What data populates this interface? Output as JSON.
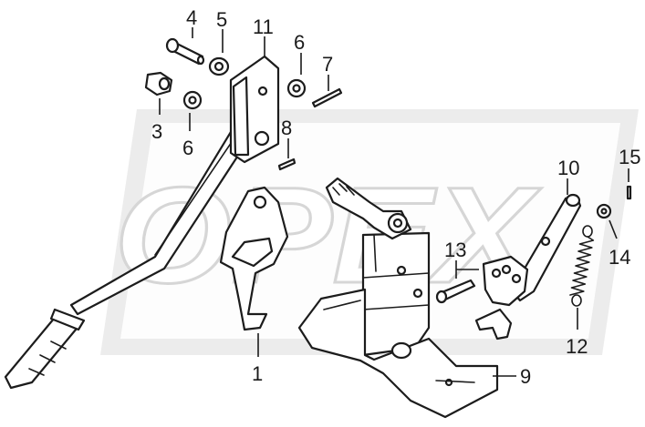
{
  "watermark": {
    "text": "OPEX",
    "color": "#d6d6d6"
  },
  "callouts": [
    {
      "id": "c1",
      "label": "1"
    },
    {
      "id": "c3",
      "label": "3"
    },
    {
      "id": "c4",
      "label": "4"
    },
    {
      "id": "c5",
      "label": "5"
    },
    {
      "id": "c6a",
      "label": "6"
    },
    {
      "id": "c6b",
      "label": "6"
    },
    {
      "id": "c7",
      "label": "7"
    },
    {
      "id": "c8",
      "label": "8"
    },
    {
      "id": "c9",
      "label": "9"
    },
    {
      "id": "c10",
      "label": "10"
    },
    {
      "id": "c11",
      "label": "11"
    },
    {
      "id": "c12",
      "label": "12"
    },
    {
      "id": "c13",
      "label": "13"
    },
    {
      "id": "c14",
      "label": "14"
    },
    {
      "id": "c15",
      "label": "15"
    }
  ]
}
